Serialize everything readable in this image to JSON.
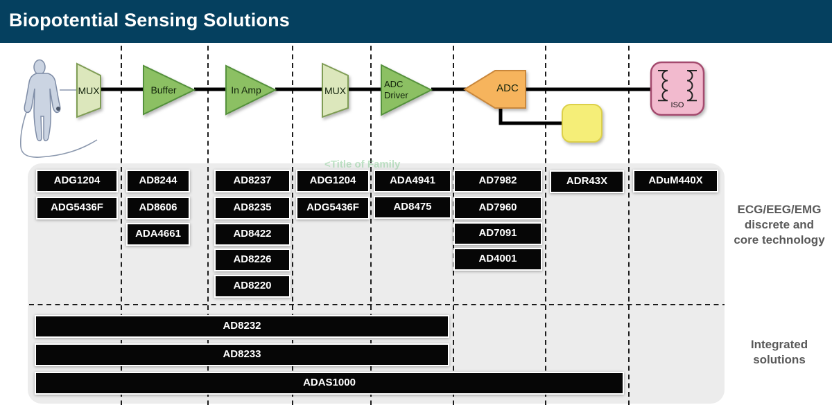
{
  "header": {
    "title": "Biopotential Sensing Solutions",
    "bg_color": "#05405F"
  },
  "watermark": "<Title of Family",
  "chain": {
    "blocks": [
      {
        "label": "MUX",
        "type": "mux"
      },
      {
        "label": "Buffer",
        "type": "amplifier"
      },
      {
        "label": "In Amp",
        "type": "amplifier"
      },
      {
        "label": "MUX",
        "type": "mux"
      },
      {
        "label": "ADC\nDriver",
        "type": "amplifier"
      },
      {
        "label": "ADC",
        "type": "adc"
      },
      {
        "label": "",
        "type": "reference-block"
      },
      {
        "label": "ISO",
        "type": "isolation"
      }
    ]
  },
  "discrete": {
    "label": "ECG/EEG/EMG\ndiscrete and\ncore technology",
    "columns": [
      {
        "chips": [
          "ADG1204",
          "ADG5436F"
        ]
      },
      {
        "chips": [
          "AD8244",
          "AD8606",
          "ADA4661"
        ]
      },
      {
        "chips": [
          "AD8237",
          "AD8235",
          "AD8422",
          "AD8226",
          "AD8220"
        ]
      },
      {
        "chips": [
          "ADG1204",
          "ADG5436F"
        ]
      },
      {
        "chips": [
          "ADA4941",
          "AD8475"
        ]
      },
      {
        "chips": [
          "AD7982",
          "AD7960",
          "AD7091",
          "AD4001"
        ]
      },
      {
        "chips": [
          "ADR43X"
        ]
      },
      {
        "chips": [
          "ADuM440X"
        ]
      }
    ]
  },
  "integrated": {
    "label": "Integrated\nsolutions",
    "bars": [
      "AD8232",
      "AD8233",
      "ADAS1000"
    ]
  },
  "colors": {
    "header_bg": "#05405F",
    "panel_bg": "#ECECEC",
    "chip_bg": "#060606",
    "mux_fill": "#DCE7BC",
    "mux_stroke": "#7F9D55",
    "amp_fill": "#8CC063",
    "amp_stroke": "#55913C",
    "adc_fill": "#F6B45D",
    "adc_stroke": "#C9873B",
    "ref_fill": "#F5EE78",
    "ref_stroke": "#DCD049",
    "iso_fill": "#F2BACE",
    "iso_stroke": "#A44A6E",
    "body_fill": "#CBD4E2",
    "body_stroke": "#7E8CA6",
    "side_label_color": "#595959"
  }
}
